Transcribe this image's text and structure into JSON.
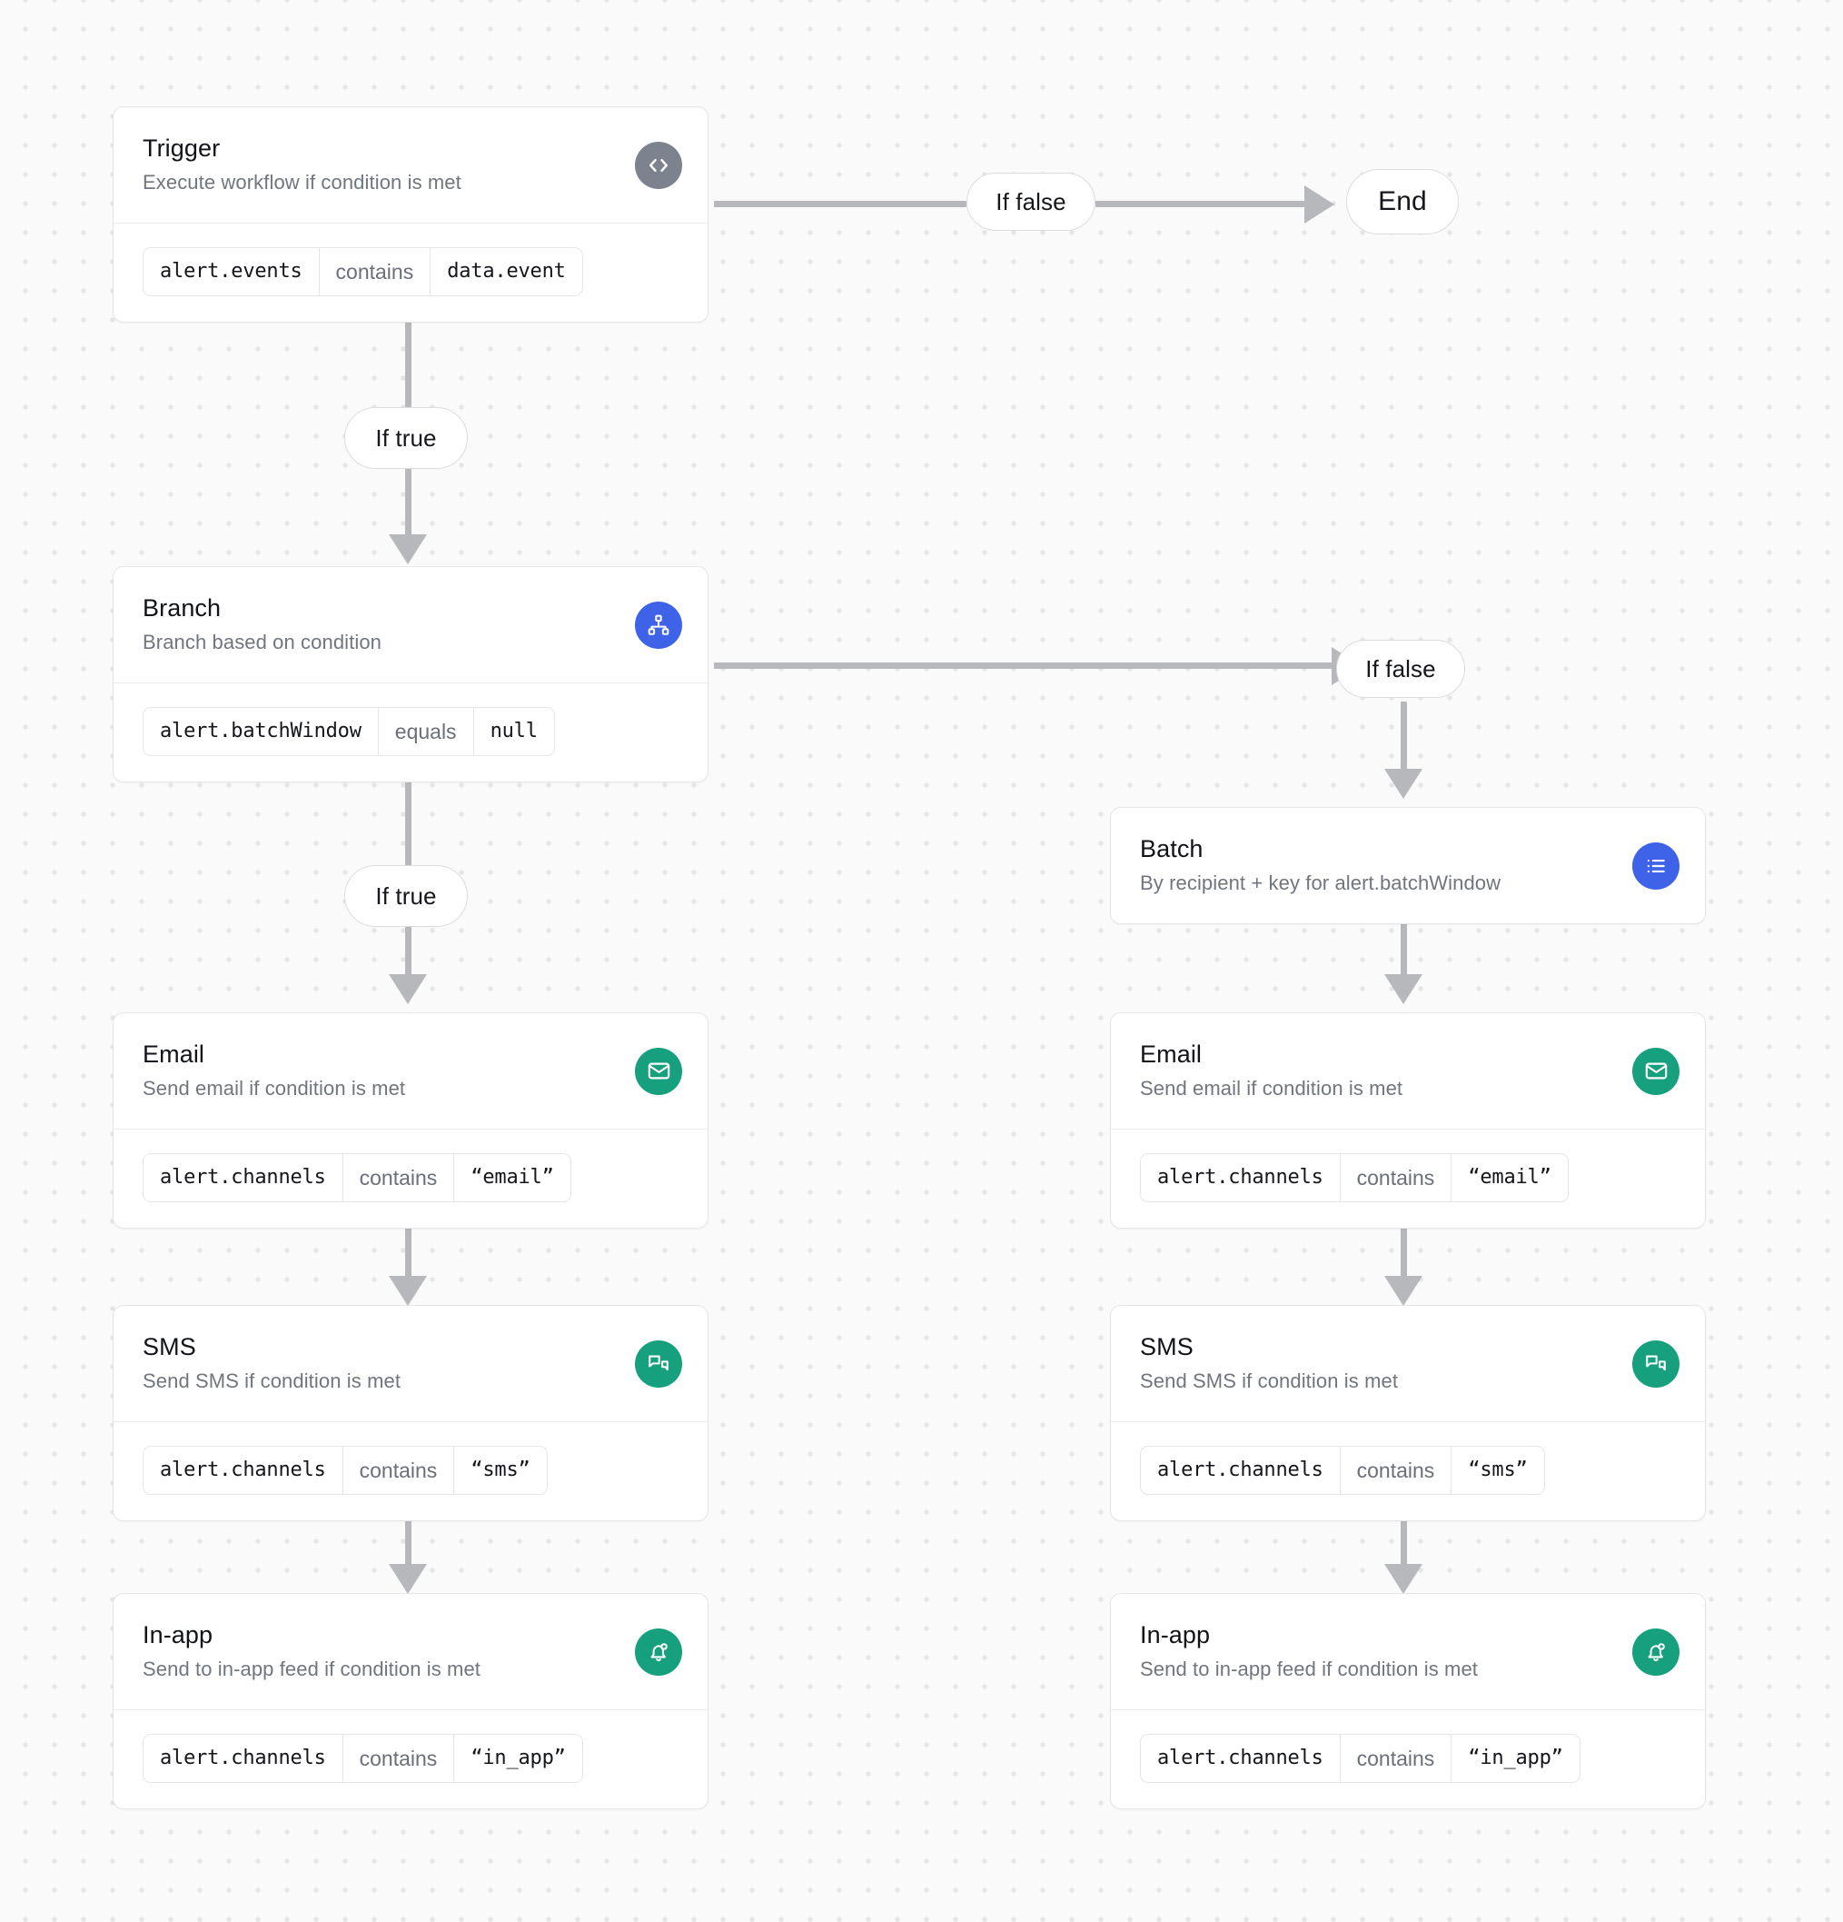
{
  "canvas": {
    "background": "#fafafa",
    "dot_color": "#e4e4e6"
  },
  "palette": {
    "icon_gray": "#7c828e",
    "icon_blue": "#3f63e8",
    "icon_green": "#17a07e",
    "edge": "#b6b8bb",
    "card_border": "#e6e6e8"
  },
  "nodes": {
    "trigger": {
      "title": "Trigger",
      "subtitle": "Execute workflow if condition is met",
      "icon": "code-icon",
      "condition": {
        "field": "alert.events",
        "operator": "contains",
        "value": "data.event"
      }
    },
    "branch": {
      "title": "Branch",
      "subtitle": "Branch based on condition",
      "icon": "sitemap-icon",
      "condition": {
        "field": "alert.batchWindow",
        "operator": "equals",
        "value": "null"
      }
    },
    "batch": {
      "title": "Batch",
      "subtitle": "By recipient + key for alert.batchWindow",
      "icon": "list-icon"
    },
    "email_left": {
      "title": "Email",
      "subtitle": "Send email if condition is met",
      "icon": "envelope-icon",
      "condition": {
        "field": "alert.channels",
        "operator": "contains",
        "value": "“email”"
      }
    },
    "sms_left": {
      "title": "SMS",
      "subtitle": "Send SMS if condition is met",
      "icon": "chat-bubbles-icon",
      "condition": {
        "field": "alert.channels",
        "operator": "contains",
        "value": "“sms”"
      }
    },
    "inapp_left": {
      "title": "In-app",
      "subtitle": "Send to in-app feed if condition is met",
      "icon": "bell-dot-icon",
      "condition": {
        "field": "alert.channels",
        "operator": "contains",
        "value": "“in_app”"
      }
    },
    "email_right": {
      "title": "Email",
      "subtitle": "Send email if condition is met",
      "icon": "envelope-icon",
      "condition": {
        "field": "alert.channels",
        "operator": "contains",
        "value": "“email”"
      }
    },
    "sms_right": {
      "title": "SMS",
      "subtitle": "Send SMS if condition is met",
      "icon": "chat-bubbles-icon",
      "condition": {
        "field": "alert.channels",
        "operator": "contains",
        "value": "“sms”"
      }
    },
    "inapp_right": {
      "title": "In-app",
      "subtitle": "Send to in-app feed if condition is met",
      "icon": "bell-dot-icon",
      "condition": {
        "field": "alert.channels",
        "operator": "contains",
        "value": "“in_app”"
      }
    }
  },
  "pills": {
    "trigger_false": "If false",
    "trigger_true": "If true",
    "branch_false": "If false",
    "branch_true": "If true",
    "end": "End"
  }
}
